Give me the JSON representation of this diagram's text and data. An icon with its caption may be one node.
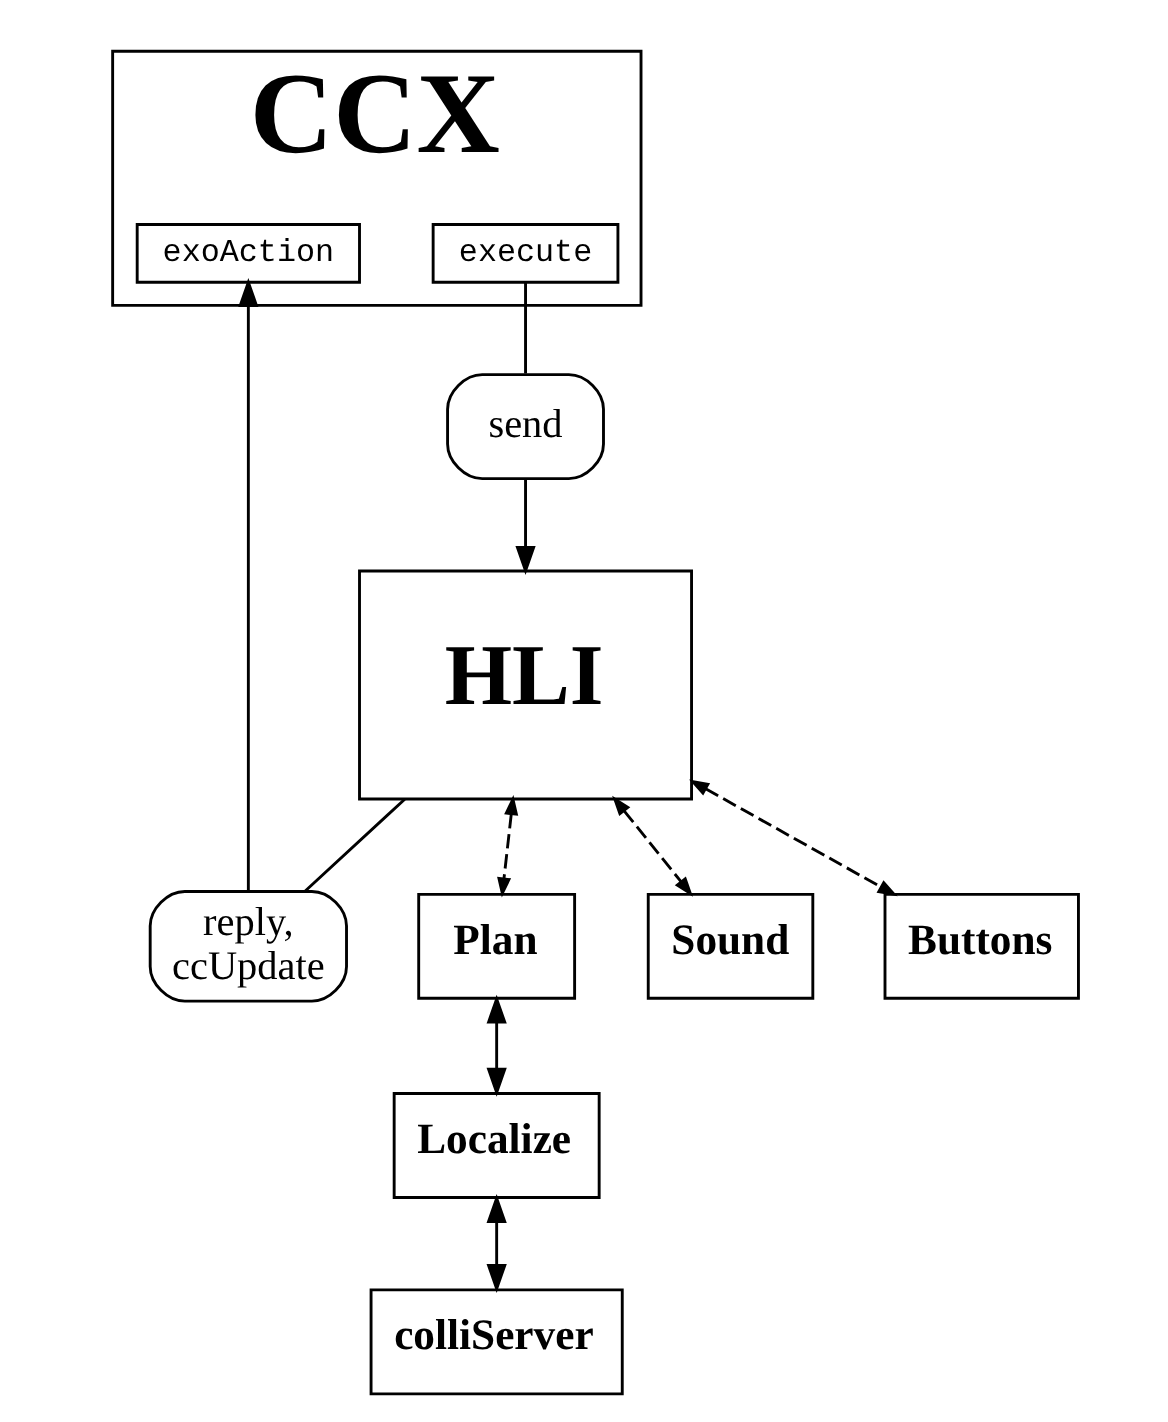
{
  "diagram": {
    "nodes": [
      {
        "text": [
          "CCX"
        ]
      },
      {
        "text": [
          "execute"
        ],
        "in": 0
      },
      {
        "text": [
          "exoAction"
        ],
        "in": 0
      },
      {
        "text": [
          "send"
        ]
      },
      {
        "text": [
          "reply, ccUpdate"
        ]
      },
      {
        "text": [
          "HLI"
        ]
      },
      {
        "text": [
          "Plan"
        ]
      },
      {
        "text": [
          "Localize"
        ]
      },
      {
        "text": [
          "colliServer"
        ]
      },
      {
        "text": [
          "Sound"
        ]
      },
      {
        "text": [
          "Buttons"
        ]
      }
    ],
    "edges": [
      {
        "from": 1,
        "to": 3,
        "arrow": "none"
      },
      {
        "from": 3,
        "to": 5,
        "arrow": "to"
      },
      {
        "from": 5,
        "to": 4,
        "arrow": "none"
      },
      {
        "from": 4,
        "to": 2,
        "arrow": "to"
      },
      {
        "from": 5,
        "to": 6,
        "arrow": "both",
        "style": "dashed"
      },
      {
        "from": 5,
        "to": 9,
        "arrow": "both",
        "style": "dashed"
      },
      {
        "from": 5,
        "to": 10,
        "arrow": "both",
        "style": "dashed"
      },
      {
        "from": 6,
        "to": 7,
        "arrow": "both"
      },
      {
        "from": 7,
        "to": 8,
        "arrow": "both"
      }
    ]
  }
}
